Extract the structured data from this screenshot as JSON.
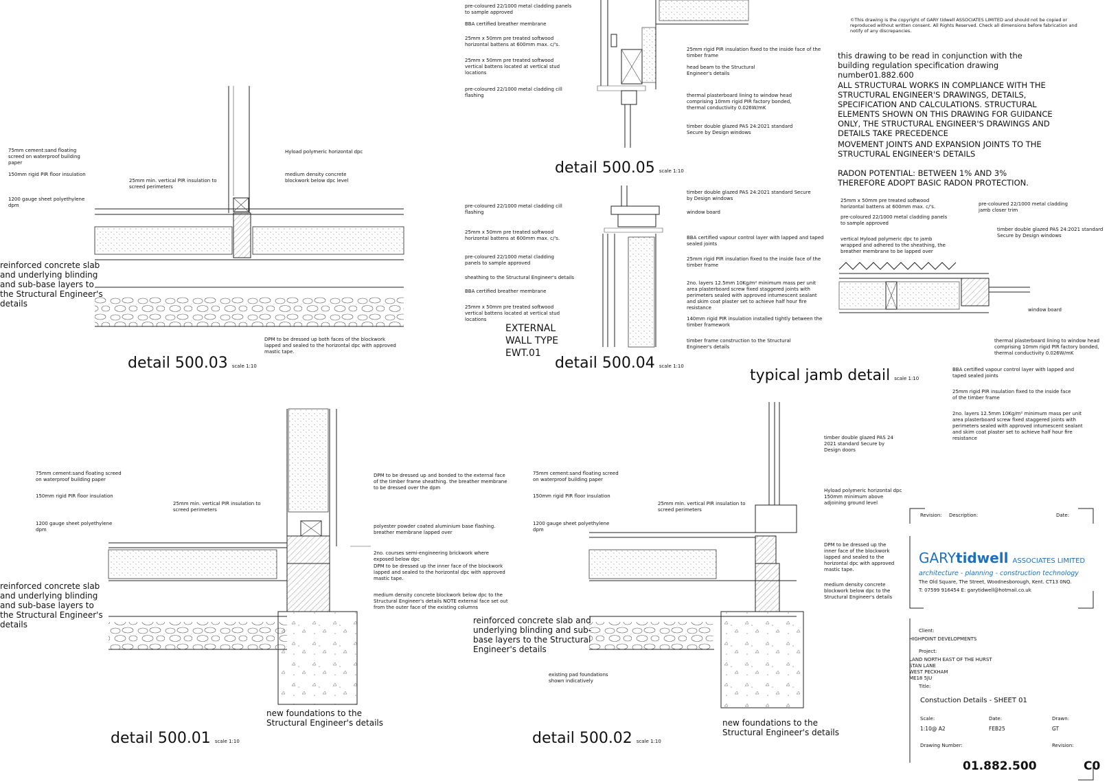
{
  "general_notes": {
    "copyright": "©This drawing is the copyright of GARY tidwell ASSOCIATES LIMITED and should not be copied or reproduced without written consent. All Rights Reserved. Check all dimensions before fabrication and notify of any discrepancies.",
    "read_with": "this drawing to be read in conjunction with the building regulation specification drawing number01.882.600",
    "structural": "ALL STRUCTURAL WORKS IN COMPLIANCE WITH THE STRUCTURAL ENGINEER'S DRAWINGS, DETAILS, SPECIFICATION AND CALCULATIONS. STRUCTURAL ELEMENTS SHOWN ON THIS DRAWING FOR GUIDANCE ONLY, THE STRUCTURAL ENGINEER'S DRAWINGS AND DETAILS TAKE PRECEDENCE",
    "movement": "MOVEMENT JOINTS AND EXPANSION JOINTS TO THE STRUCTURAL ENGINEER'S DETAILS",
    "radon": "RADON POTENTIAL: BETWEEN 1% AND 3% THEREFORE ADOPT BASIC RADON PROTECTION."
  },
  "details": {
    "d503": {
      "title": "detail 500.03",
      "scale": "scale 1:10",
      "screed": "75mm cement:sand floating screed on waterproof building paper",
      "pir": "150mm rigid PIR floor insulation",
      "vert_pir": "25mm min. vertical PIR insulation to screed perimeters",
      "dpm": "1200 gauge sheet polyethylene dpm",
      "hyload": "Hyload polymeric horizontal dpc",
      "blockwork": "medium density concrete blockwork below dpc level",
      "slab": "reinforced concrete slab and underlying blinding and sub-base layers to the Structural Engineer's details",
      "dpm_dressed": "DPM to be dressed up both faces of the blockwork lapped and sealed to the horizontal dpc with approved mastic tape."
    },
    "d505": {
      "title": "detail 500.05",
      "scale": "scale 1:10",
      "cladding": "pre-coloured 22/1000 metal cladding panels to sample approved",
      "bba": "BBA certified breather membrane",
      "h_battens": "25mm x 50mm pre treated softwood horizontal battens at 600mm max. c/'s.",
      "v_battens": "25mm x 50mm pre treated softwood vertical battens located at vertical stud locations",
      "cill": "pre-coloured 22/1000 metal cladding cill flashing",
      "pir_inside": "25mm rigid PIR insulation fixed to the inside face of the timber frame",
      "head_beam": "head beam to the Structural Engineer's details",
      "plasterboard": "thermal plasterboard lining to window head comprising 10mm rigid PIR factory bonded, thermal conductivity 0.026W/mK",
      "window": "timber double glazed PAS 24:2021 standard Secure by Design windows"
    },
    "d504": {
      "title": "detail 500.04",
      "scale": "scale 1:10",
      "cill": "pre-coloured 22/1000 metal cladding cill flashing",
      "h_battens": "25mm x 50mm pre treated softwood horizontal battens at 600mm max. c/'s.",
      "cladding": "pre-coloured 22/1000 metal cladding panels to sample approved",
      "sheathing": "sheathing to the Structural Engineer's details",
      "bba": "BBA certified breather membrane",
      "v_battens": "25mm x 50mm pre treated softwood vertical battens located at vertical stud locations",
      "window": "timber double glazed PAS 24:2021 standard Secure by Design windows",
      "window_board": "window board",
      "vcl": "BBA certified vapour control layer with lapped and taped sealed joints",
      "pir_inside": "25mm rigid PIR insulation fixed to the inside face of the timber frame",
      "plaster_layers": "2no. layers 12.5mm 10Kg/m² minimum mass per unit area plasterboard screw fixed staggered joints with perimeters sealed with approved intumescent sealant and skim coat plaster set to achieve half hour fire resistance",
      "pir_140": "140mm rigid PIR insulation installed tightly between the timber framework",
      "frame": "timber frame construction to the Structural Engineer's details",
      "wall_type": "EXTERNAL WALL TYPE EWT.01"
    },
    "jamb": {
      "title": "typical jamb detail",
      "scale": "scale 1:10",
      "h_battens": "25mm x 50mm pre treated softwood horizontal battens at 600mm max. c/'s.",
      "cladding": "pre-coloured 22/1000 metal cladding panels to sample approved",
      "hyload": "vertical Hyload polymeric dpc to jamb wrapped and adhered to the sheathing, the breather membrane to be lapped over",
      "closer": "pre-coloured 22/1000 metal cladding jamb closer trim",
      "window": "timber double glazed PAS 24:2021 standard Secure by Design windows",
      "window_board": "window board",
      "plasterboard": "thermal plasterboard lining to window head comprising 10mm rigid PIR factory bonded, thermal conductivity 0.026W/mK",
      "vcl": "BBA certified vapour control layer with lapped and taped sealed joints",
      "pir_inside": "25mm rigid PIR insulation fixed to the inside face of the timber frame",
      "plaster_layers": "2no. layers 12.5mm 10Kg/m² minimum mass per unit area plasterboard screw fixed staggered joints with perimeters sealed with approved intumescent sealant and skim coat plaster set to achieve half hour fire resistance"
    },
    "d501": {
      "title": "detail 500.01",
      "scale": "scale 1:10",
      "screed": "75mm cement:sand floating screed on waterproof building paper",
      "pir": "150mm rigid PIR floor insulation",
      "vert_pir": "25mm min. vertical PIR insulation to screed perimeters",
      "dpm": "1200 gauge sheet polyethylene dpm",
      "dpm_external": "DPM to be dressed up and bonded to the external face of the timber frame sheathing. the breather membrane to be dressed over the dpm",
      "flashing": "polyester powder coated aluminium base flashing. breather membrane lapped over",
      "brick": "2no. courses semi-engineering brickwork where exposed below dpc",
      "dpm_inner": "DPM to be dressed up the inner face of the blockwork lapped and sealed to the horizontal dpc with approved mastic tape.",
      "blockwork": "medium density concrete blockwork below dpc to the Structural Engineer's details NOTE external face set out from the outer face of the existing columns",
      "slab": "reinforced concrete slab and underlying blinding and sub-base layers to the Structural Engineer's details",
      "foundations": "new foundations to the Structural Engineer's details"
    },
    "d502": {
      "title": "detail 500.02",
      "scale": "scale 1:10",
      "screed": "75mm cement:sand floating screed on waterproof building paper",
      "pir": "150mm rigid PIR floor insulation",
      "vert_pir": "25mm min. vertical PIR insulation to screed perimeters",
      "dpm": "1200 gauge sheet polyethylene dpm",
      "doors": "timber double glazed PAS 24 2021 standard Secure by Design doors",
      "hyload": "Hyload polymeric horizontal dpc 150mm minimum above adjoining ground level",
      "dpm_inner": "DPM to be dressed up the inner face of the blockwork lapped and sealed to the horizontal dpc with approved mastic tape.",
      "blockwork": "medium density concrete blockwork below dpc to the Structural Engineer's details",
      "slab": "reinforced concrete slab and underlying blinding and sub-base layers to the Structural Engineer's details",
      "existing": "existing pad foundations shown indicatively",
      "foundations": "new foundations to the Structural Engineer's details"
    }
  },
  "title_block": {
    "revision_label": "Revision:",
    "description_label": "Description:",
    "date_label": "Date:",
    "company_gary": "GARY",
    "company_tidwell": "tidwell",
    "company_assoc": "ASSOCIATES LIMITED",
    "tagline": "architecture - planning - construction technology",
    "address": "The Old Square, The Street, Woodnesborough, Kent. CT13 0NQ.",
    "contact": "T: 07599 916454   E: garytidwell@hotmail.co.uk",
    "client_label": "Client:",
    "client": "HIGHPOINT DEVELOPMENTS",
    "project_label": "Project:",
    "project_lines": [
      "LAND NORTH EAST OF THE HURST",
      "STAN LANE",
      "WEST PECKHAM",
      "ME18 5JU"
    ],
    "title_label": "Title:",
    "title": "Constuction Details - SHEET 01",
    "scale_label": "Scale:",
    "scale": "1:10@ A2",
    "date_label2": "Date:",
    "date": "FEB25",
    "drawn_label": "Drawn:",
    "drawn": "GT",
    "drawing_number_label": "Drawing Number:",
    "drawing_number": "01.882.500",
    "revision_label2": "Revision:",
    "revision": "C0",
    "brand_color": "#1f6fc0"
  }
}
